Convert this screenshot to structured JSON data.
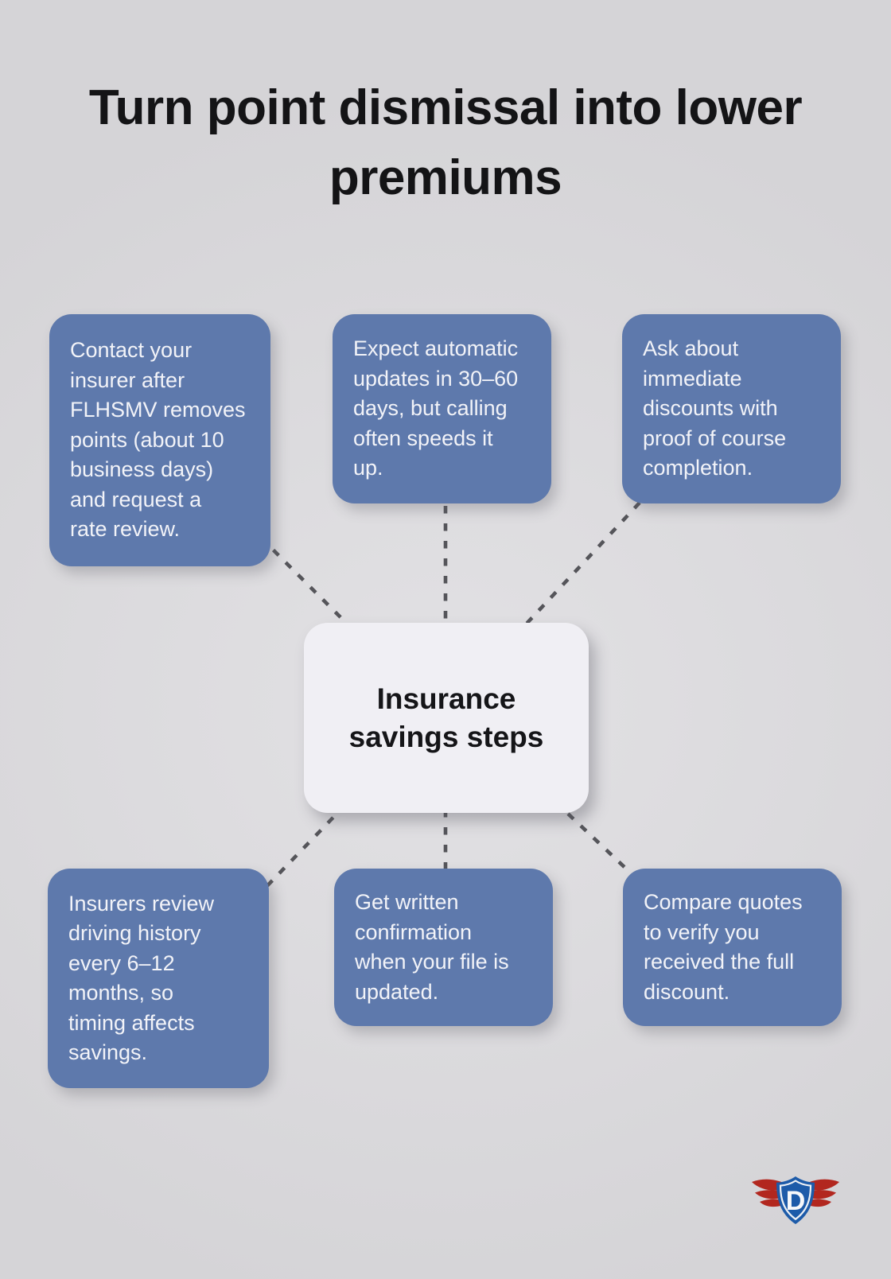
{
  "title": "Turn point dismissal into lower\npremiums",
  "center_node": {
    "label": "Insurance\nsavings steps"
  },
  "steps": [
    {
      "position": "top-left",
      "text": "Contact your\ninsurer after\nFLHSMV removes\npoints (about 10\nbusiness days)\nand request a\nrate review."
    },
    {
      "position": "top-middle",
      "text": "Expect automatic\nupdates in 30–60\ndays, but calling\noften speeds it\nup."
    },
    {
      "position": "top-right",
      "text": "Ask about\nimmediate\ndiscounts with\nproof of course\ncompletion."
    },
    {
      "position": "bottom-left",
      "text": "Insurers review\ndriving history\nevery 6–12\nmonths, so\ntiming affects\nsavings."
    },
    {
      "position": "bottom-middle",
      "text": "Get written\nconfirmation\nwhen your file is\nupdated."
    },
    {
      "position": "bottom-right",
      "text": "Compare quotes\nto verify you\nreceived the full\ndiscount."
    }
  ],
  "logo": {
    "letter": "D"
  },
  "colors": {
    "background": "#dbdadd",
    "step_box": "#5e79ac",
    "center_box": "#f0eff4",
    "connector": "#535358",
    "title_text": "#141416",
    "step_text": "#f2f3f8",
    "logo_shield_blue": "#1d5ba9",
    "logo_wing_red": "#b2271f"
  }
}
